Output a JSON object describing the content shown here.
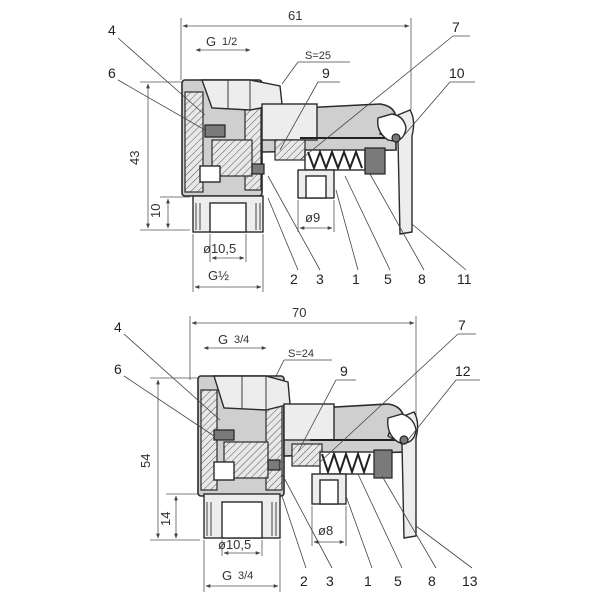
{
  "top_view": {
    "dimensions": {
      "overall_width": "61",
      "thread_top": "G",
      "thread_top_frac": "1/2",
      "wrench_size": "S=25",
      "height": "43",
      "bottom_offset": "10",
      "outlet_dia": "ø9",
      "bottom_dia": "ø10,5",
      "thread_bottom": "G½"
    },
    "callouts": [
      "4",
      "6",
      "9",
      "7",
      "10",
      "2",
      "3",
      "1",
      "5",
      "8",
      "11"
    ]
  },
  "bottom_view": {
    "dimensions": {
      "overall_width": "70",
      "thread_top": "G",
      "thread_top_frac": "3/4",
      "wrench_size": "S=24",
      "height": "54",
      "bottom_offset": "14",
      "outlet_dia": "ø8",
      "bottom_dia": "ø10,5",
      "thread_bottom": "G",
      "thread_bottom_frac": "3/4"
    },
    "callouts": [
      "4",
      "6",
      "9",
      "7",
      "12",
      "2",
      "3",
      "1",
      "5",
      "8",
      "13"
    ]
  }
}
